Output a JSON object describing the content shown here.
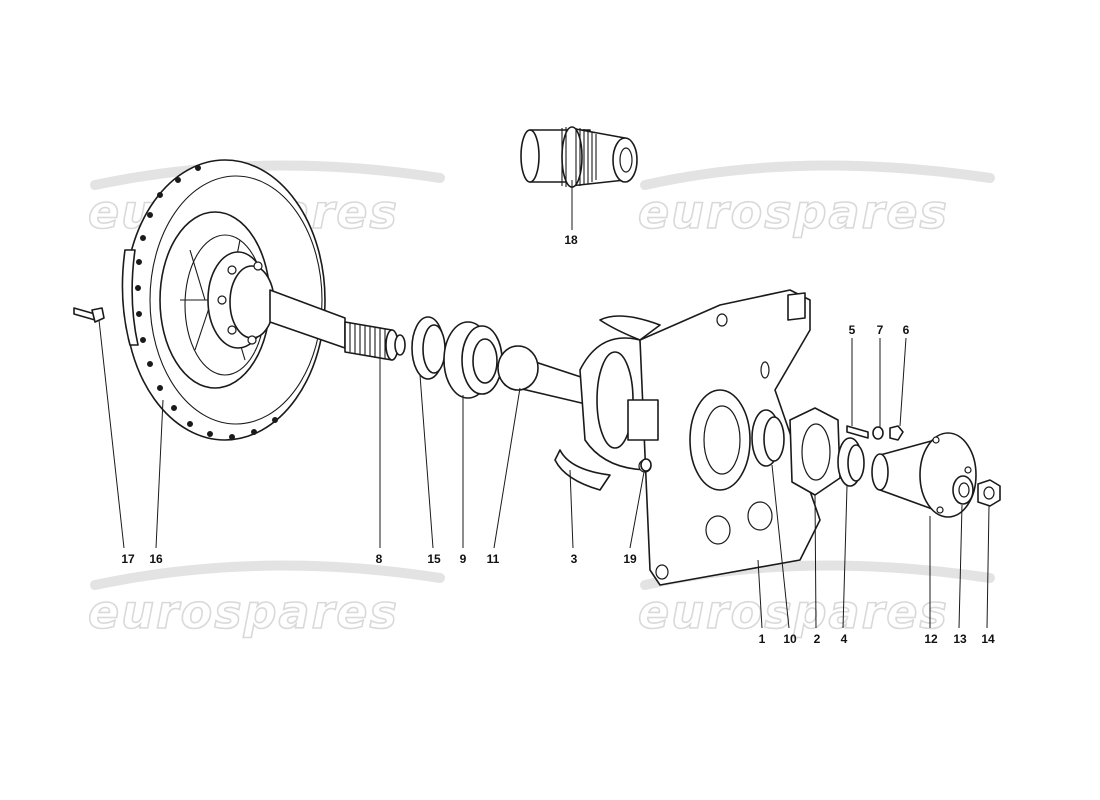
{
  "watermark": {
    "text": "eurospares",
    "color": "#d9d9d9"
  },
  "callouts": [
    {
      "id": "17",
      "label": "17"
    },
    {
      "id": "16",
      "label": "16"
    },
    {
      "id": "8",
      "label": "8"
    },
    {
      "id": "15",
      "label": "15"
    },
    {
      "id": "9",
      "label": "9"
    },
    {
      "id": "11",
      "label": "11"
    },
    {
      "id": "3",
      "label": "3"
    },
    {
      "id": "19",
      "label": "19"
    },
    {
      "id": "18",
      "label": "18"
    },
    {
      "id": "5",
      "label": "5"
    },
    {
      "id": "7",
      "label": "7"
    },
    {
      "id": "6",
      "label": "6"
    },
    {
      "id": "1",
      "label": "1"
    },
    {
      "id": "10",
      "label": "10"
    },
    {
      "id": "2",
      "label": "2"
    },
    {
      "id": "4",
      "label": "4"
    },
    {
      "id": "12",
      "label": "12"
    },
    {
      "id": "13",
      "label": "13"
    },
    {
      "id": "14",
      "label": "14"
    }
  ],
  "colors": {
    "line": "#1a1a1a",
    "background": "#ffffff"
  }
}
